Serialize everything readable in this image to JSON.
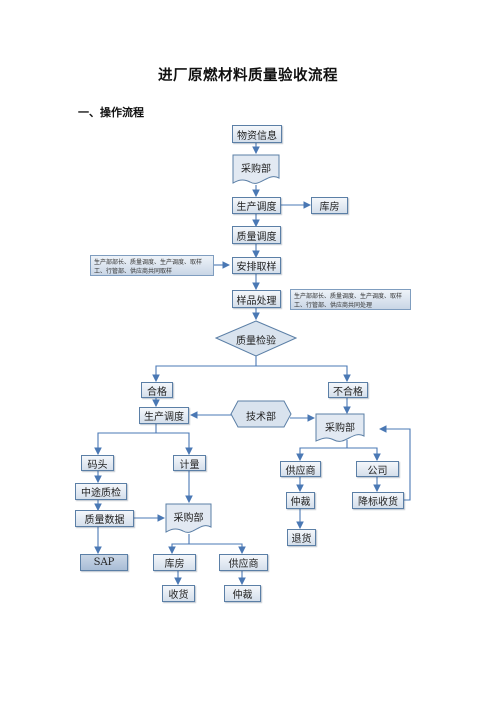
{
  "title": "进厂原燃材料质量验收流程",
  "section": "一、操作流程",
  "nodes": {
    "wuzi": "物资信息",
    "caigou_top": "采购部",
    "shengchan": "生产调度",
    "kufang_top": "库房",
    "zhiliang": "质量调度",
    "anpai": "安排取样",
    "yangpin": "样品处理",
    "jianyan": "质量检验",
    "hege": "合格",
    "buhege": "不合格",
    "jishu": "技术部",
    "shengchan2": "生产调度",
    "caigou_mid": "采购部",
    "matou": "码头",
    "jiliang": "计量",
    "gongyingshang_mid": "供应商",
    "gongsi": "公司",
    "zhongtu": "中途质检",
    "zhongcai_mid": "仲裁",
    "jiangbiao": "降标收货",
    "shuju": "质量数据",
    "caigou_low": "采购部",
    "tuihuo": "退货",
    "sap": "SAP",
    "kufang_low": "库房",
    "gongyingshang_low": "供应商",
    "shouhuo": "收货",
    "zhongcai_low": "仲裁"
  },
  "notes": {
    "left": "生产部部长、质量调度、生产调度、取样工、行管部、供应商共同取样",
    "right": "生产部部长、质量调度、生产调度、取样工、行管部、供应商共同处理"
  }
}
